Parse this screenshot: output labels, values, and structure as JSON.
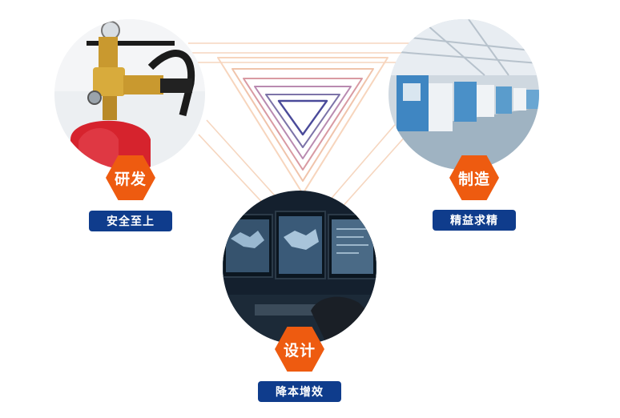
{
  "colors": {
    "accent": "#ee5b10",
    "tag_bg": "#0f3c8c",
    "ring_outer": "#f4c7a8",
    "ring_inner": "#4a4a9a"
  },
  "nodes": {
    "rnd": {
      "badge": "研发",
      "tag": "安全至上",
      "image": "fire-suppression-valve-photo"
    },
    "manufacturing": {
      "badge": "制造",
      "tag": "精益求精",
      "image": "factory-production-line-photo"
    },
    "design": {
      "badge": "设计",
      "tag": "降本增效",
      "image": "computer-monitors-design-photo"
    }
  }
}
